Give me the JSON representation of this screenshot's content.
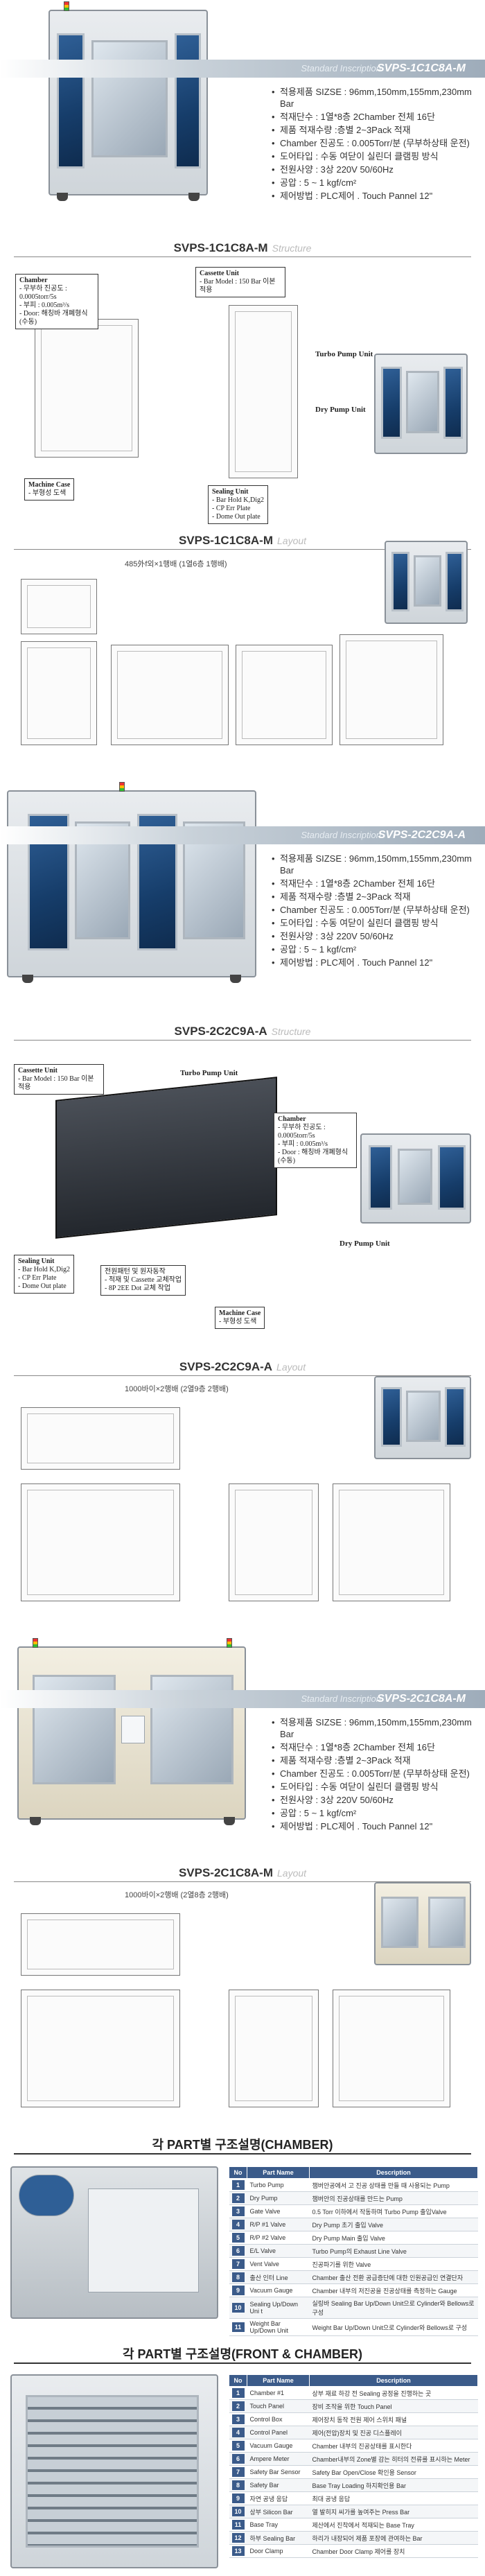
{
  "sections": [
    {
      "series": "Standard Inscription",
      "model": "SVPS-1C1C8A-M",
      "specs": [
        "적용제품 SIZSE : 96mm,150mm,155mm,230mm Bar",
        "적재단수 : 1열*8층 2Chamber 전체 16단",
        "제품 적재수량 :층별 2~3Pack 적재",
        "Chamber 진공도 : 0.005Torr/분 (무부하상태 운전)",
        "도어타입 : 수동 여닫이 실린더 클램핑 방식",
        "전원사양 : 3상 220V 50/60Hz",
        "공압 : 5 ~ 1 kgf/cm²",
        "제어방법 : PLC제어 . Touch Pannel 12\""
      ]
    },
    {
      "series": "Standard Inscription",
      "model": "SVPS-2C2C9A-A",
      "specs": [
        "적용제품 SIZSE : 96mm,150mm,155mm,230mm Bar",
        "적재단수 : 1열*8층 2Chamber 전체 16단",
        "제품 적재수량 :층별 2~3Pack 적재",
        "Chamber 진공도 : 0.005Torr/분 (무부하상태 운전)",
        "도어타입 : 수동 여닫이 실린더 클램핑 방식",
        "전원사양 : 3상 220V 50/60Hz",
        "공압 : 5 ~ 1 kgf/cm²",
        "제어방법 : PLC제어 . Touch Pannel 12\""
      ]
    },
    {
      "series": "Standard Inscription",
      "model": "SVPS-2C1C8A-M",
      "specs": [
        "적용제품 SIZSE : 96mm,150mm,155mm,230mm Bar",
        "적재단수 : 1열*8층 2Chamber 전체 16단",
        "제품 적재수량 :층별 2~3Pack 적재",
        "Chamber 진공도 : 0.005Torr/분 (무부하상태 운전)",
        "도어타입 : 수동 여닫이 실린더 클램핑 방식",
        "전원사양 : 3상 220V 50/60Hz",
        "공압 : 5 ~ 1 kgf/cm²",
        "제어방법 : PLC제어 . Touch Pannel 12\""
      ]
    }
  ],
  "structure1": {
    "model": "SVPS-1C1C8A-M",
    "tag": "Structure",
    "chamber": {
      "title": "Chamber",
      "lines": [
        "- 무부하 진공도 : 0.0005torr/5s",
        "- 부피 : 0.005m³/s",
        "- Door: 해칭바 개폐형식(수동)"
      ]
    },
    "cassette": {
      "title": "Cassette Unit",
      "lines": [
        "- Bar Model : 150 Bar 이본적용"
      ]
    },
    "turbo": "Turbo Pump Unit",
    "dry": "Dry Pump Unit",
    "machine_case": {
      "title": "Machine Case",
      "lines": [
        "- 부형성 도색"
      ]
    },
    "sealing": {
      "title": "Sealing Unit",
      "lines": [
        "- Bar Hold K,Dig2",
        "- CP Err Plate",
        "- Dome Out plate"
      ]
    }
  },
  "layout1": {
    "model": "SVPS-1C1C8A-M",
    "tag": "Layout",
    "note": "485外f외×1행배 (1열6층 1행배)"
  },
  "structure2": {
    "model": "SVPS-2C2C9A-A",
    "tag": "Structure",
    "cassette": {
      "title": "Cassette Unit",
      "lines": [
        "- Bar Model : 150 Bar 이본적용"
      ]
    },
    "turbo": "Turbo Pump Unit",
    "chamber": {
      "title": "Chamber",
      "lines": [
        "- 무부하 진공도 : 0.0005torr/5s",
        "- 부피 : 0.005m³/s",
        "- Door : 해칭바 개폐형식(수동)"
      ]
    },
    "dry": "Dry Pump Unit",
    "sealing": {
      "title": "Sealing Unit",
      "lines": [
        "- Bar Hold K,Dig2",
        "- CP Err Plate",
        "- Dome Out plate"
      ]
    },
    "machine_case": {
      "title": "Machine Case",
      "lines": [
        "- 부형성 도색"
      ]
    },
    "center": {
      "lines": [
        "전원패턴 및 원자동작",
        "- 적재 및 Cassette 교체작업",
        "- 8P 2EE Dot 교체 작업"
      ]
    }
  },
  "layout2": {
    "model": "SVPS-2C2C9A-A",
    "tag": "Layout",
    "note": "1000바이×2행배 (2열9층 2행배)"
  },
  "layout3": {
    "model": "SVPS-2C1C8A-M",
    "tag": "Layout",
    "note": "1000바이×2행배 (2열8층 2행배)"
  },
  "parts1": {
    "title": "각 PART별 구조설명(CHAMBER)",
    "headers": [
      "No",
      "Part Name",
      "Description"
    ],
    "rows": [
      [
        "1",
        "Turbo Pump",
        "챔버안공에서 고 진공 상태를 만들 때 사용되는 Pump"
      ],
      [
        "2",
        "Dry Pump",
        "챔버안의 진공상태를 만드는 Pump"
      ],
      [
        "3",
        "Gate Valve",
        "0.5 Torr 이하에서 작동하며 Turbo Pump 출입Valve"
      ],
      [
        "4",
        "R/P #1 Valve",
        "Dry Pump 초기 출입 Valve"
      ],
      [
        "5",
        "R/P #2 Valve",
        "Dry Pump Main 출입 Valve"
      ],
      [
        "6",
        "E/L Valve",
        "Turbo Pump의 Exhaust Line Valve"
      ],
      [
        "7",
        "Vent Valve",
        "진공파기를 위한 Valve"
      ],
      [
        "8",
        "출산 인터 Line",
        "Chamber 출산 전환 공급증단에 대한 인원공급인 연결단자"
      ],
      [
        "9",
        "Vacuum Gauge",
        "Chamber 내부의 저진공을 진공상태를 측정하는 Gauge"
      ],
      [
        "10",
        "Sealing Up/Down Uni t",
        "실링바 Sealing Bar Up/Down Unit으로 Cylinder와 Bellows로 구성"
      ],
      [
        "11",
        "Weight Bar Up/Down Unit",
        "Weight Bar Up/Down Unit으로 Cylinder와 Bellows로 구성"
      ]
    ]
  },
  "parts2": {
    "title": "각 PART별 구조설명(FRONT & CHAMBER)",
    "headers": [
      "No",
      "Part Name",
      "Description"
    ],
    "rows": [
      [
        "1",
        "Chamber #1",
        "상부 재료 하강 전 Sealing 공정을 진행하는 곳"
      ],
      [
        "2",
        "Touch Panel",
        "장비 조작을 위한 Touch Panel"
      ],
      [
        "3",
        "Control Box",
        "제어장치 동작 전원 제어 스위치 패널"
      ],
      [
        "4",
        "Control Panel",
        "제어(전압)장치 및 진공 디스플레이"
      ],
      [
        "5",
        "Vacuum Gauge",
        "Chamber 내부의 진공상태를 표시한다"
      ],
      [
        "6",
        "Ampere Meter",
        "Chamber내부의 Zone별 감는 히터의 전류를 표시하는 Meter"
      ],
      [
        "7",
        "Safety Bar Sensor",
        "Safety Bar Open/Close 확인용 Sensor"
      ],
      [
        "8",
        "Safety Bar",
        "Base Tray Loading 하지확인용 Bar"
      ],
      [
        "9",
        "자연 공냉 응답",
        "최대 공냉 응답"
      ],
      [
        "10",
        "상부 Silicon Bar",
        "열 발히지 씨가를 높여주는 Press Bar"
      ],
      [
        "11",
        "Base Tray",
        "제산에서 진착에서 적재되는 Base Tray"
      ],
      [
        "12",
        "하부 Sealing Bar",
        "하리가 내장되어 제품 포장에 관여하는 Bar"
      ],
      [
        "13",
        "Door Clamp",
        "Chamber Door Clamp 제어를 장치"
      ]
    ]
  }
}
